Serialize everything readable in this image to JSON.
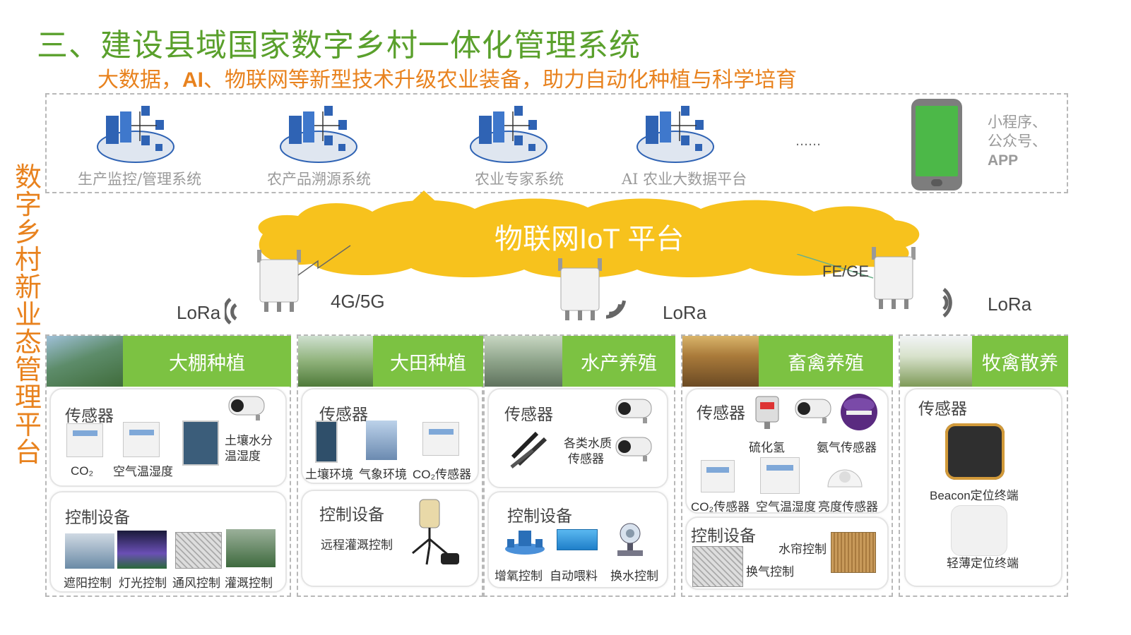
{
  "title": "三、建设县域国家数字乡村一体化管理系统",
  "subtitle": {
    "part1": "大数据，",
    "ai": "AI",
    "part2": "、物联网等新型技术升级农业装备，助力自动化种植与科学培育"
  },
  "side_label": [
    "数",
    "字",
    "乡",
    "村",
    "新",
    "业",
    "态",
    "管",
    "理",
    "平",
    "台"
  ],
  "systems": [
    {
      "label": "生产监控/管理系统"
    },
    {
      "label": "农产品溯源系统"
    },
    {
      "label": "农业专家系统"
    },
    {
      "label": "AI 农业大数据平台"
    }
  ],
  "ellipsis": "……",
  "app": {
    "line1": "小程序、",
    "line2": "公众号、",
    "line3": "APP"
  },
  "iot_platform": {
    "part1": "物联网",
    "part2": "IoT",
    "part3": " 平台"
  },
  "network": {
    "lora": "LoRa",
    "cellular": "4G/5G",
    "fe_ge": "FE/GE"
  },
  "sectors": [
    {
      "name": "大棚种植",
      "sensor_title": "传感器",
      "sensors": [
        "CO₂",
        "空气温湿度",
        "土壤水分",
        "温湿度"
      ],
      "control_title": "控制设备",
      "controls": [
        "遮阳控制",
        "灯光控制",
        "通风控制",
        "灌溉控制"
      ]
    },
    {
      "name": "大田种植",
      "sensor_title": "传感器",
      "sensors": [
        "土壤环境",
        "气象环境",
        "CO₂传感器"
      ],
      "control_title": "控制设备",
      "controls": [
        "远程灌溉控制"
      ]
    },
    {
      "name": "水产养殖",
      "sensor_title": "传感器",
      "sensors": [
        "各类水质",
        "传感器"
      ],
      "control_title": "控制设备",
      "controls": [
        "增氧控制",
        "自动喂料",
        "换水控制"
      ]
    },
    {
      "name": "畜禽养殖",
      "sensor_title": "传感器",
      "sensors": [
        "硫化氢",
        "氨气传感器",
        "CO₂传感器",
        "空气温湿度",
        "亮度传感器"
      ],
      "control_title": "控制设备",
      "controls": [
        "水帘控制",
        "换气控制"
      ]
    },
    {
      "name": "牧禽散养",
      "sensor_title": "传感器",
      "sensors": [
        "Beacon定位终端",
        "轻薄定位终端"
      ]
    }
  ],
  "colors": {
    "green": "#7cc242",
    "title_green": "#5aa02c",
    "orange": "#e8821e",
    "cloud": "#f7c21d",
    "server_blue": "#2f63b4"
  }
}
